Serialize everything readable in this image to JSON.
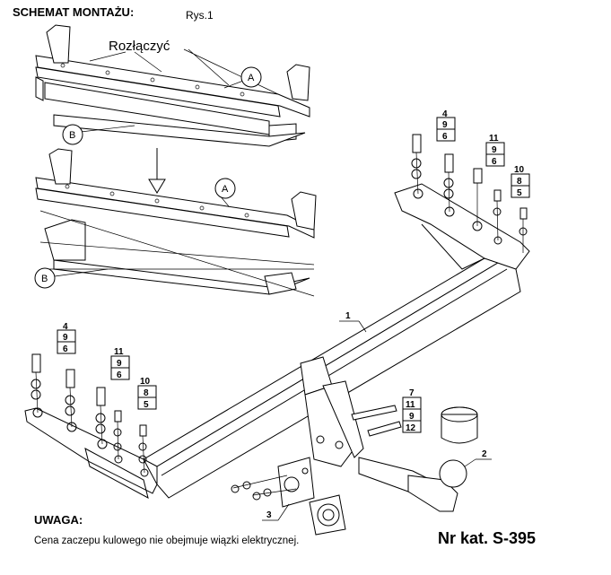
{
  "header": {
    "title": "SCHEMAT MONTAŻU:",
    "figure": "Rys.1"
  },
  "diagram": {
    "disconnect_label": "Rozłączyć",
    "callout_a": "A",
    "callout_b": "B",
    "part_1": "1",
    "part_2": "2",
    "part_3": "3",
    "left_stack_a": [
      "4",
      "9",
      "6"
    ],
    "left_stack_b": [
      "11",
      "9",
      "6"
    ],
    "left_stack_c": [
      "10",
      "8",
      "5"
    ],
    "right_stack_a": [
      "4",
      "9",
      "6"
    ],
    "right_stack_b": [
      "11",
      "9",
      "6"
    ],
    "right_stack_c": [
      "10",
      "8",
      "5"
    ],
    "ball_stack": [
      "7",
      "11",
      "9",
      "12"
    ]
  },
  "note": {
    "title": "UWAGA:",
    "text": "Cena zaczepu kulowego nie obejmuje wiązki elektrycznej."
  },
  "catalog": "Nr kat. S-395"
}
